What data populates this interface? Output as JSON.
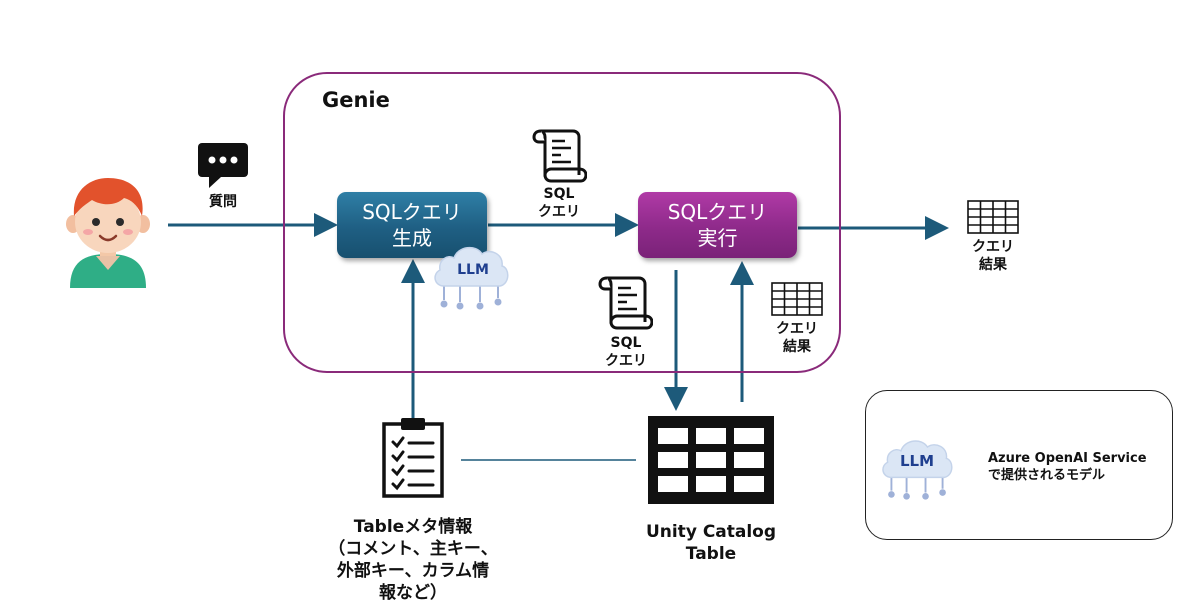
{
  "genie": {
    "title": "Genie"
  },
  "question_label": "質問",
  "sql_generate": {
    "line1": "SQLクエリ",
    "line2": "生成"
  },
  "sql_execute": {
    "line1": "SQLクエリ",
    "line2": "実行"
  },
  "sql_query_top": {
    "line1": "SQL",
    "line2": "クエリ"
  },
  "sql_query_bottom": {
    "line1": "SQL",
    "line2": "クエリ"
  },
  "query_result_inner": {
    "line1": "クエリ",
    "line2": "結果"
  },
  "query_result_output": {
    "line1": "クエリ",
    "line2": "結果"
  },
  "llm_badge": "LLM",
  "table_meta": {
    "line1": "Tableメタ情報",
    "line2": "（コメント、主キー、",
    "line3": "外部キー、カラム情",
    "line4": "報など）"
  },
  "unity_catalog": {
    "line1": "Unity Catalog",
    "line2": "Table"
  },
  "legend": {
    "llm_badge": "LLM",
    "line1": "Azure OpenAI Service",
    "line2": "で提供されるモデル"
  },
  "colors": {
    "arrow": "#1d5a7a",
    "genie_border": "#8a2a7a",
    "generate_box": "#1f5f83",
    "execute_box": "#8e2a8a",
    "llm_cloud": "#dbe6f5",
    "llm_text": "#1f3f8f",
    "llm_circuit": "#9fb1d8"
  }
}
